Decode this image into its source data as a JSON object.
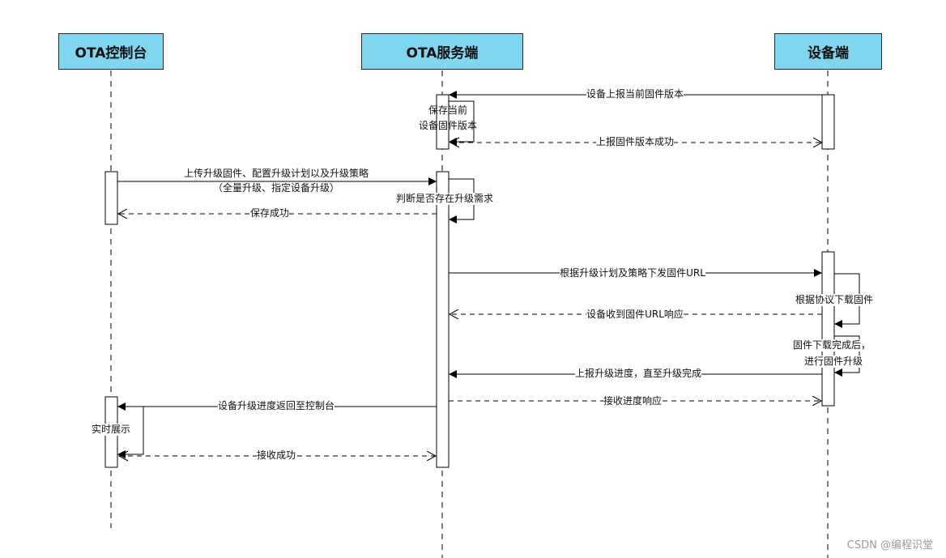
{
  "participants": [
    {
      "id": "console",
      "label": "OTA控制台"
    },
    {
      "id": "server",
      "label": "OTA服务端"
    },
    {
      "id": "device",
      "label": "设备端"
    }
  ],
  "messages": {
    "m1": "设备上报当前固件版本",
    "m2_line1": "保存当前",
    "m2_line2": "设备固件版本",
    "m3": "上报固件版本成功",
    "m4_line1": "上传升级固件、配置升级计划以及升级策略",
    "m4_line2": "（全量升级、指定设备升级）",
    "m5": "判断是否存在升级需求",
    "m6": "保存成功",
    "m7": "根据升级计划及策略下发固件URL",
    "m8": "根据协议下载固件",
    "m9": "设备收到固件URL响应",
    "m10_line1": "固件下载完成后，",
    "m10_line2": "进行固件升级",
    "m11": "上报升级进度，直至升级完成",
    "m12": "接收进度响应",
    "m13": "设备升级进度返回至控制台",
    "m14": "实时展示",
    "m15": "接收成功"
  },
  "watermark": "CSDN @编程识堂"
}
